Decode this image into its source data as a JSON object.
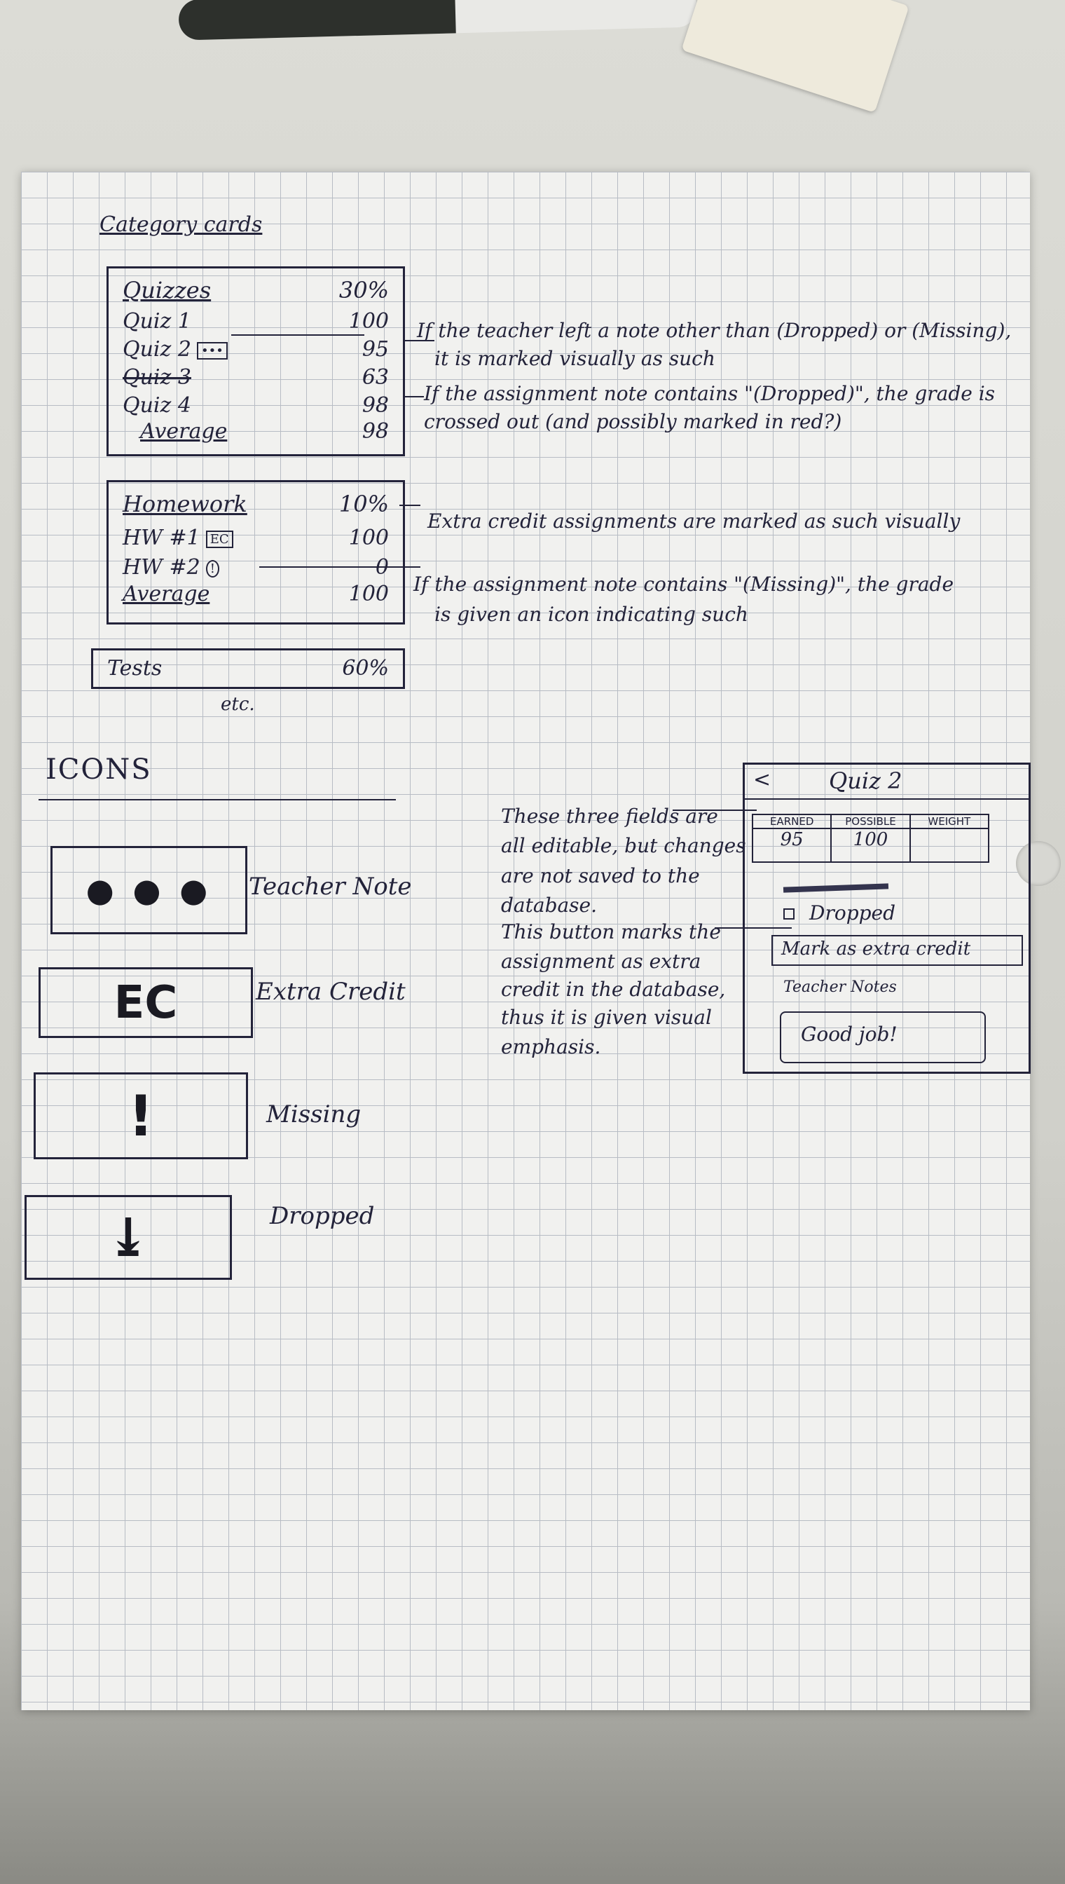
{
  "category_cards": {
    "heading": "Category cards",
    "quizzes": {
      "title": "Quizzes",
      "weight": "30%",
      "rows": [
        {
          "name": "Quiz 1",
          "value": "100"
        },
        {
          "name": "Quiz 2",
          "value": "95"
        },
        {
          "name": "Quiz 3",
          "value": "63"
        },
        {
          "name": "Quiz 4",
          "value": "98"
        },
        {
          "name": "Average",
          "value": "98"
        }
      ]
    },
    "homework": {
      "title": "Homework",
      "weight": "10%",
      "rows": [
        {
          "name": "HW #1",
          "value": "",
          "tag": "EC"
        },
        {
          "name": "HW #2",
          "value": "100",
          "tag": "!"
        },
        {
          "name": "Average",
          "value": "0"
        }
      ],
      "extra_value": "100"
    },
    "tests": {
      "title": "Tests",
      "weight": "60%"
    },
    "etc": "etc."
  },
  "annotations": {
    "teacher_note": "If the teacher left a note other than (Dropped) or (Missing),",
    "teacher_note_2": "it is marked visually as such",
    "dropped": "If the assignment note contains \"(Dropped)\", the grade is",
    "dropped_2": "crossed out (and possibly marked in red?)",
    "extra_credit": "Extra credit assignments are marked as such visually",
    "missing": "If the assignment note contains \"(Missing)\", the grade",
    "missing_2": "is given an icon indicating such"
  },
  "icons": {
    "heading": "ICONS",
    "items": [
      {
        "glyph": "● ● ●",
        "label": "Teacher Note"
      },
      {
        "glyph": "EC",
        "label": "Extra Credit"
      },
      {
        "glyph": "!",
        "label": "Missing"
      },
      {
        "glyph": "⤓",
        "label": "Dropped"
      }
    ]
  },
  "modal_notes": {
    "line1": "These three fields are",
    "line2": "all editable, but changes",
    "line3": "are not saved to the",
    "line4": "database.",
    "line5": "This button marks the",
    "line6": "assignment as extra",
    "line7": "credit in the database,",
    "line8": "thus it is given visual",
    "line9": "emphasis."
  },
  "modal": {
    "back": "<",
    "title": "Quiz 2",
    "fields": [
      {
        "header": "EARNED",
        "value": "95"
      },
      {
        "header": "POSSIBLE",
        "value": "100"
      },
      {
        "header": "WEIGHT",
        "value": ""
      }
    ],
    "dropped_label": "Dropped",
    "extra_credit_button": "Mark as extra credit",
    "teacher_notes_label": "Teacher Notes",
    "teacher_notes_value": "Good job!"
  }
}
